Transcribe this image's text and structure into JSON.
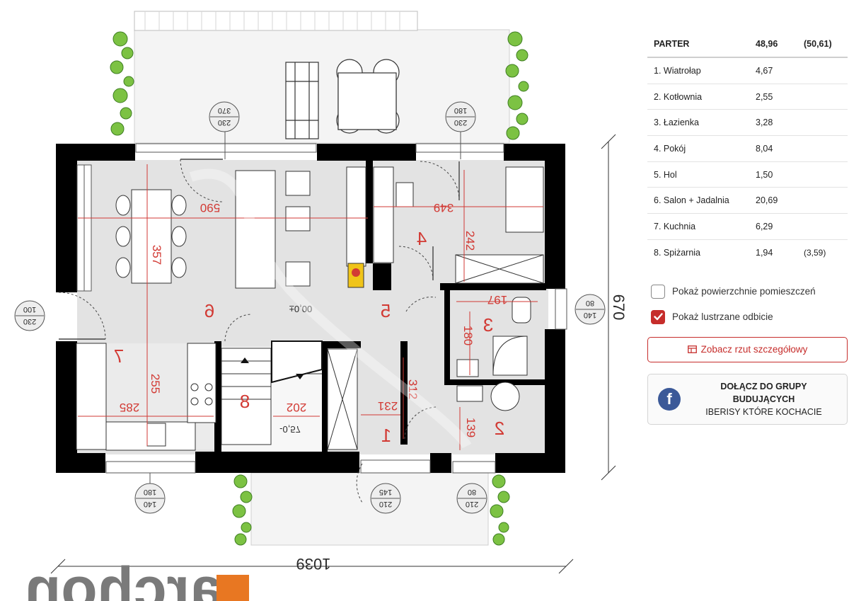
{
  "plan": {
    "rooms": [
      {
        "no": "1"
      },
      {
        "no": "2"
      },
      {
        "no": "3"
      },
      {
        "no": "4"
      },
      {
        "no": "5"
      },
      {
        "no": "6"
      },
      {
        "no": "7"
      },
      {
        "no": "8"
      }
    ],
    "dims": {
      "d590": "590",
      "d349": "349",
      "d242": "242",
      "d357": "357",
      "d197": "197",
      "d180": "180",
      "d255": "255",
      "d285": "285",
      "d202": "202",
      "d231": "231",
      "d312": "312",
      "d139": "139",
      "total_w": "1039",
      "total_h": "670"
    },
    "levels": {
      "main": "±0,00",
      "stair": "-0,57"
    },
    "openings": {
      "o1": {
        "top": "370",
        "bottom": "230"
      },
      "o2": {
        "top": "180",
        "bottom": "230"
      },
      "o3": {
        "top": "100",
        "bottom": "230"
      },
      "o4": {
        "top": "80",
        "bottom": "140"
      },
      "o5": {
        "top": "180",
        "bottom": "140"
      },
      "o6": {
        "top": "145",
        "bottom": "210"
      },
      "o7": {
        "top": "80",
        "bottom": "210"
      }
    },
    "brand": "archon"
  },
  "table": {
    "header": {
      "name": "PARTER",
      "area": "48,96",
      "extra": "(50,61)"
    },
    "rows": [
      {
        "name": "1. Wiatrołap",
        "area": "4,67",
        "extra": ""
      },
      {
        "name": "2. Kotłownia",
        "area": "2,55",
        "extra": ""
      },
      {
        "name": "3. Łazienka",
        "area": "3,28",
        "extra": ""
      },
      {
        "name": "4. Pokój",
        "area": "8,04",
        "extra": ""
      },
      {
        "name": "5. Hol",
        "area": "1,50",
        "extra": ""
      },
      {
        "name": "6. Salon + Jadalnia",
        "area": "20,69",
        "extra": ""
      },
      {
        "name": "7. Kuchnia",
        "area": "6,29",
        "extra": ""
      },
      {
        "name": "8. Spiżarnia",
        "area": "1,94",
        "extra": "(3,59)"
      }
    ]
  },
  "options": {
    "show_areas": {
      "label": "Pokaż powierzchnie pomieszczeń",
      "checked": false
    },
    "mirror": {
      "label": "Pokaż lustrzane odbicie",
      "checked": true
    }
  },
  "detail_button": {
    "label": "Zobacz rzut szczegółowy"
  },
  "facebook": {
    "line1": "DOŁĄCZ DO GRUPY",
    "line2": "BUDUJĄCYCH",
    "line3": "IBERISY KTÓRE KOCHACIE"
  },
  "colors": {
    "accent": "#c62d2b",
    "dim_red": "#d23a34",
    "wall": "#000000",
    "floor": "#e3e3e3",
    "facebook": "#3b5998"
  }
}
